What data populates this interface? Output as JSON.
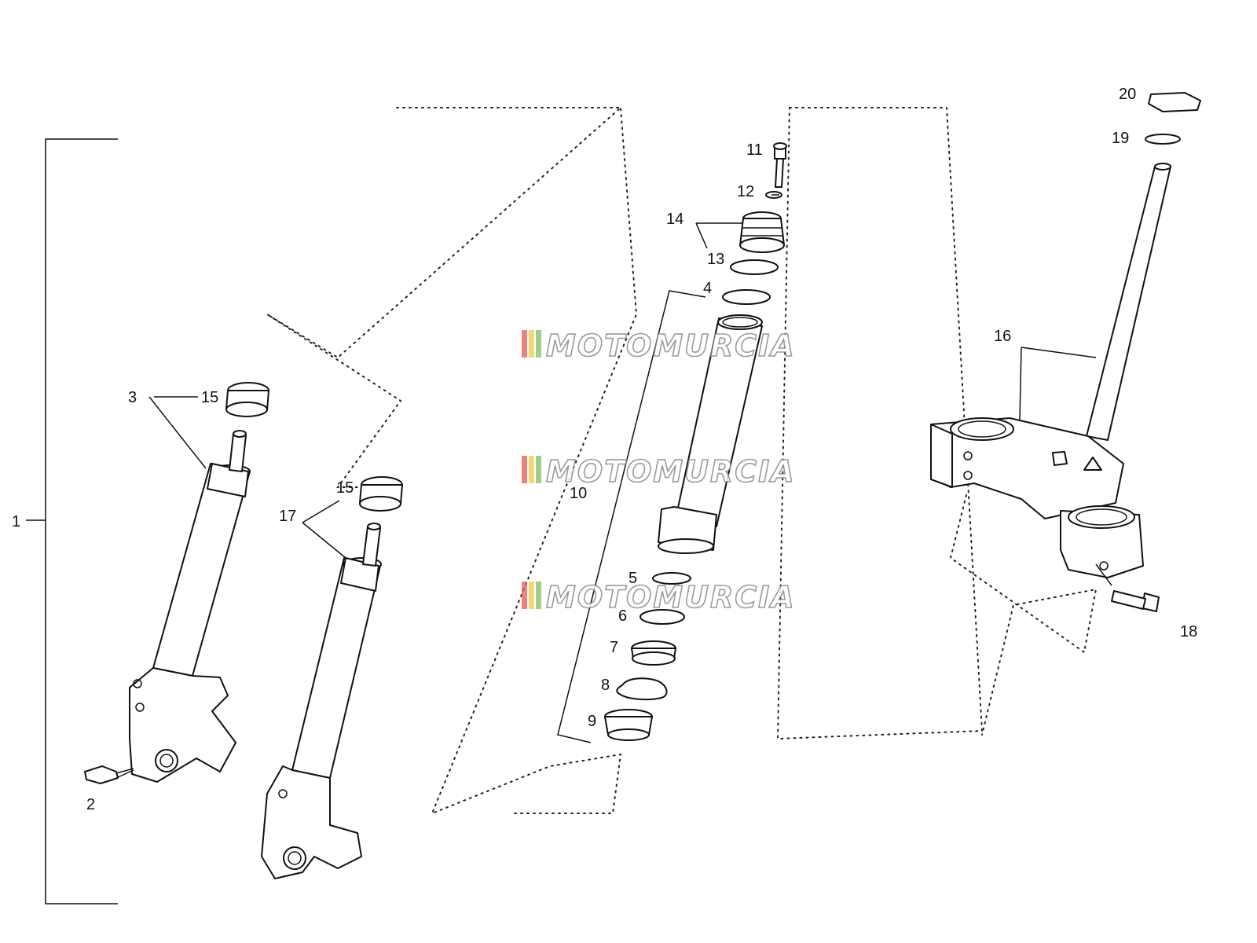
{
  "diagram": {
    "callouts": [
      "1",
      "2",
      "3",
      "4",
      "5",
      "6",
      "7",
      "8",
      "9",
      "10",
      "11",
      "12",
      "13",
      "14",
      "15",
      "15",
      "16",
      "17",
      "18",
      "19",
      "20"
    ],
    "watermark": "MOTOMURCIA",
    "watermark_colors": [
      "#e85a4f",
      "#f2c94c",
      "#7fbf5f"
    ]
  }
}
